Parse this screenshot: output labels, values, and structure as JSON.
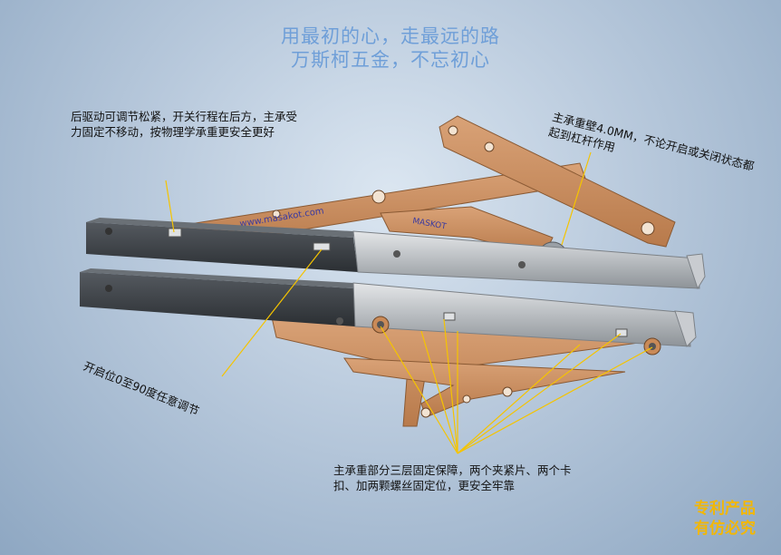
{
  "slogan": {
    "line1": "用最初的心，走最远的路",
    "line2": "万斯柯五金，不忘初心"
  },
  "annotations": {
    "top_left": "后驱动可调节松紧，开关行程在后方，主承受力固定不移动，按物理学承重更安全更好",
    "top_right": "主承重壁4.0MM，不论开启或关闭状态都起到杠杆作用",
    "left": "开启位0至90度任意调节",
    "bottom": "主承重部分三层固定保障，两个夹紧片、两个卡扣、加两颗螺丝固定位，更安全牢靠"
  },
  "arm_text": {
    "website": "www.masakot.com",
    "brand": "MASKOT"
  },
  "patent": {
    "line1": "专利产品",
    "line2": "有仿必究"
  },
  "colors": {
    "slogan": "#6f9fd8",
    "arm_copper": "#c98a58",
    "rail_steel": "#b8bcc0",
    "pointer_line": "#f5c400",
    "patent": "#f2b705"
  }
}
